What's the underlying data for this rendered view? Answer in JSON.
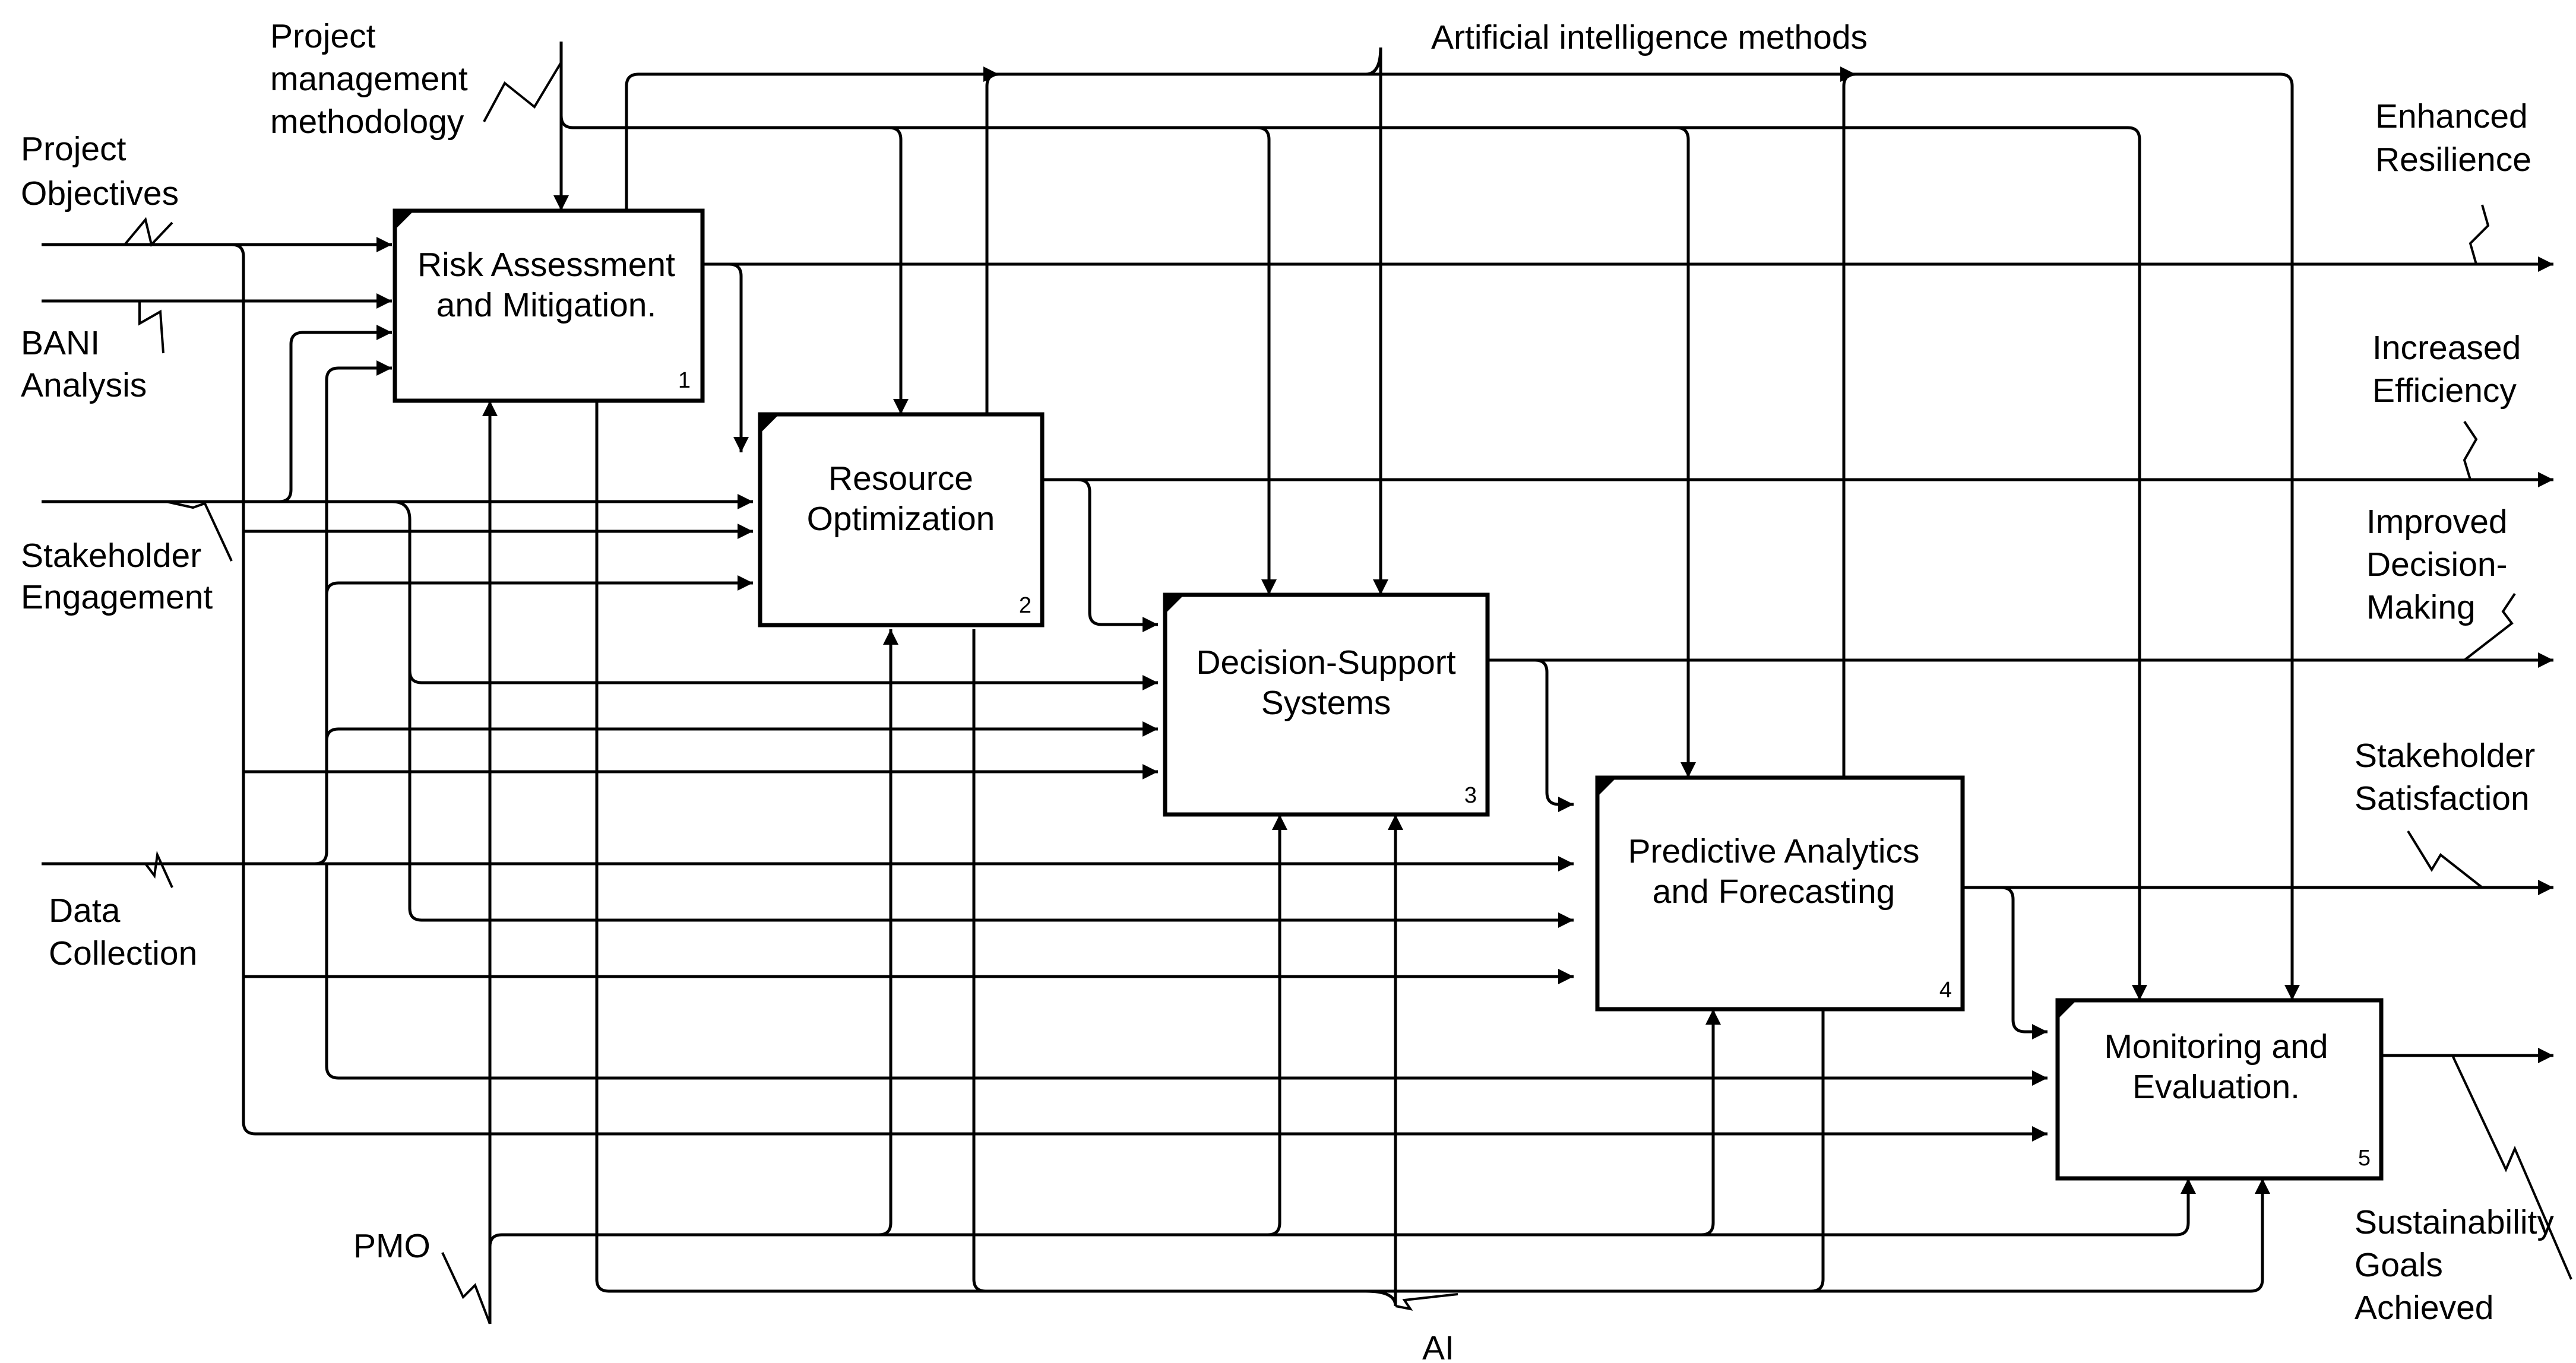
{
  "diagram": {
    "title": "",
    "boxes": [
      {
        "line1": "Risk Assessment",
        "line2": "and Mitigation.",
        "number": "1"
      },
      {
        "line1": "Resource",
        "line2": "Optimization",
        "number": "2"
      },
      {
        "line1": "Decision-Support",
        "line2": "Systems",
        "number": "3"
      },
      {
        "line1": "Predictive Analytics",
        "line2": "and Forecasting",
        "number": "4"
      },
      {
        "line1": "Monitoring and",
        "line2": "Evaluation.",
        "number": "5"
      }
    ],
    "inputs": {
      "project_objectives": [
        "Project",
        "Objectives"
      ],
      "bani_analysis": [
        "BANI",
        "Analysis"
      ],
      "stakeholder_engagement": [
        "Stakeholder",
        "Engagement"
      ],
      "data_collection": [
        "Data",
        "Collection"
      ]
    },
    "controls": {
      "pm_methodology": [
        "Project",
        "management",
        "methodology"
      ],
      "ai_methods": "Artificial intelligence methods"
    },
    "mechanisms": {
      "pmo": "PMO",
      "ai": "AI"
    },
    "outputs": {
      "enhanced_resilience": [
        "Enhanced",
        "Resilience"
      ],
      "increased_efficiency": [
        "Increased",
        "Efficiency"
      ],
      "improved_decision_making": [
        "Improved",
        "Decision-",
        "Making"
      ],
      "stakeholder_satisfaction": [
        "Stakeholder",
        "Satisfaction"
      ],
      "sustainability_goals": [
        "Sustainability",
        "Goals",
        "Achieved"
      ]
    },
    "colors": {
      "line": "#000000",
      "background": "#ffffff"
    }
  }
}
